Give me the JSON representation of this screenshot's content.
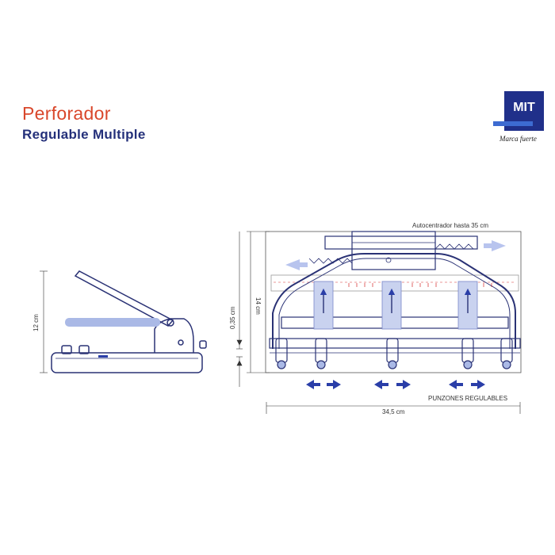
{
  "title": "Perforador",
  "subtitle": "Regulable Multiple",
  "logo": {
    "text": "MIT",
    "tagline": "Marca fuerte"
  },
  "labels": {
    "height_side": "12 cm",
    "gap": "0,35 cm",
    "height_front": "14 cm",
    "autocentrador": "Autocentrador hasta 35 cm",
    "width": "34,5 cm",
    "punzones": "PUNZONES REGULABLES"
  },
  "colors": {
    "line": "#2a3275",
    "accent_red": "#d9472b",
    "arrow_blue": "#2a3ea8",
    "light_blue": "#aab9e6"
  }
}
